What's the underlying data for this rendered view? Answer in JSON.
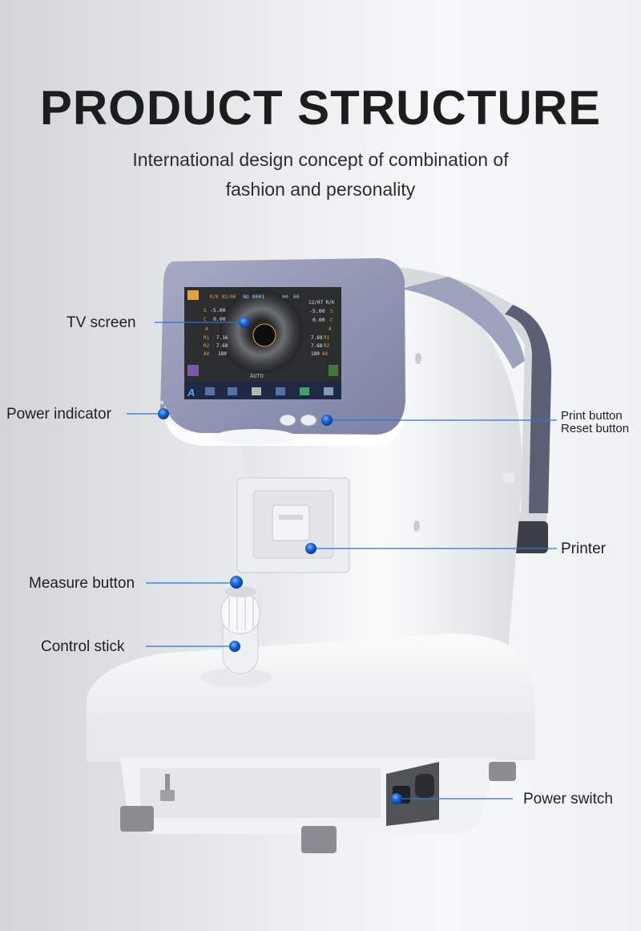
{
  "header": {
    "title": "PRODUCT STRUCTURE",
    "subtitle_line1": "International design concept of combination of",
    "subtitle_line2": "fashion and personality"
  },
  "labels": {
    "tv_screen": "TV screen",
    "power_indicator": "Power indicator",
    "print_button": "Print button",
    "reset_button": "Reset button",
    "printer": "Printer",
    "measure_button": "Measure button",
    "control_stick": "Control stick",
    "power_switch": "Power switch"
  },
  "screen": {
    "top_no": "NO 0001",
    "top_vd": "66",
    "left_header": "R/K 02/06",
    "right_header": "12/07 R/K",
    "left_s": "-5.00",
    "left_c": "0.00",
    "right_s": "-5.00",
    "right_c": "0.00",
    "left_r1": "7.16",
    "left_r2": "7.68",
    "left_ax": "180",
    "right_r1": "7.69",
    "right_r2": "7.68",
    "right_ax": "180",
    "key_s": "S",
    "key_c": "C",
    "key_a": "A",
    "key_r1": "R1",
    "key_r2": "R2",
    "key_ax": "AX",
    "mode": "AUTO",
    "bottom_letter": "A"
  },
  "colors": {
    "accent": "#1565d8",
    "screen_bg": "#2b2d2f",
    "bezel": "#8d92b0",
    "body": "#f4f5f6"
  }
}
